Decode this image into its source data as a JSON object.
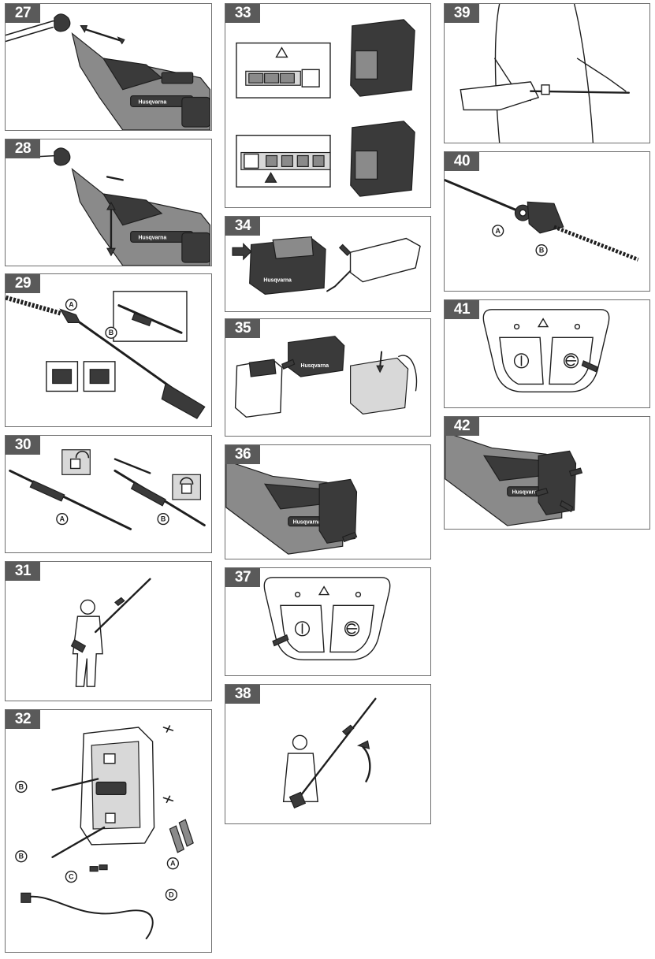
{
  "panels": [
    {
      "number": "27"
    },
    {
      "number": "28"
    },
    {
      "number": "29",
      "callouts": [
        "A",
        "B"
      ]
    },
    {
      "number": "30",
      "callouts": [
        "A",
        "B"
      ]
    },
    {
      "number": "31"
    },
    {
      "number": "32",
      "callouts": [
        "B",
        "B",
        "C",
        "A",
        "D"
      ]
    },
    {
      "number": "33"
    },
    {
      "number": "34"
    },
    {
      "number": "35"
    },
    {
      "number": "36"
    },
    {
      "number": "37"
    },
    {
      "number": "38"
    },
    {
      "number": "39"
    },
    {
      "number": "40",
      "callouts": [
        "A",
        "B"
      ]
    },
    {
      "number": "41"
    },
    {
      "number": "42"
    }
  ],
  "brand_text": "Husqvarna",
  "icons": {
    "warning": "warning-triangle-icon",
    "power": "power-button-icon",
    "savE": "save-mode-button-icon",
    "lock_open": "unlocked-padlock-icon",
    "lock_closed": "locked-padlock-icon",
    "battery_level": "battery-level-indicator-icon"
  },
  "colors": {
    "label_bg": "#5a5a5a",
    "label_text": "#ffffff",
    "border": "#6e6e6e",
    "ink": "#1e1e1e"
  }
}
